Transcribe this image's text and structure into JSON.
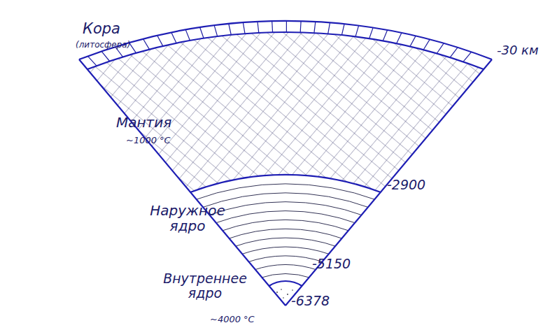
{
  "diagram": {
    "labels": [
      "Кора",
      "(литосфера)",
      "Мантия",
      "~1000 °C",
      "Наружное ядро",
      "Внутреннее ядро",
      "~4000 °C",
      "-30 км",
      "-2900",
      "-5150",
      "-6378"
    ]
  }
}
